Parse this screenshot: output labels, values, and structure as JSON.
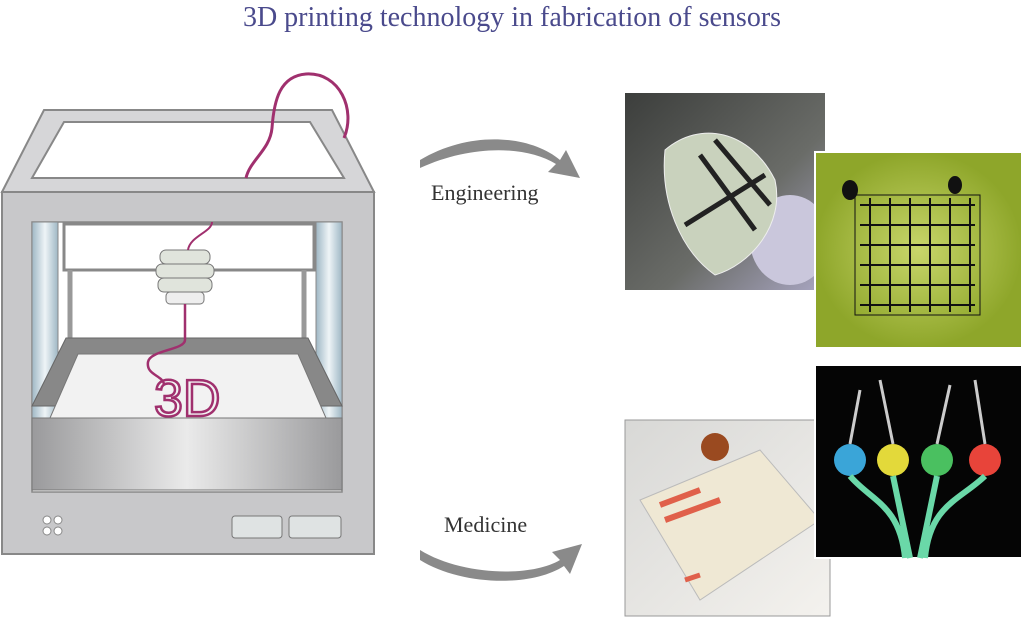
{
  "title": "3D printing technology in fabrication of sensors",
  "printer": {
    "label": "3D"
  },
  "branches": [
    {
      "label": "Engineering"
    },
    {
      "label": "Medicine"
    }
  ],
  "colors": {
    "title": "#4a4a8c",
    "filament": "#a0306e",
    "printer": "#c8c8ca"
  }
}
